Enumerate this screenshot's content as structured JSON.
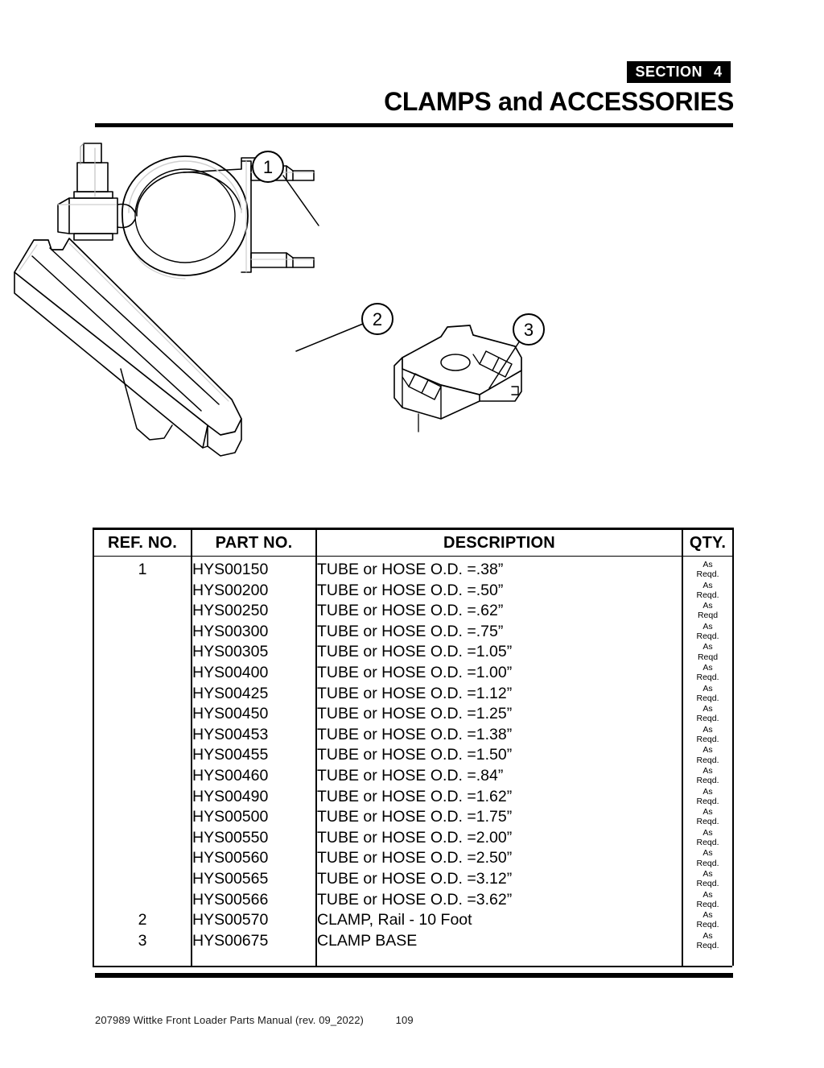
{
  "header": {
    "section_word": "SECTION",
    "section_number": "4",
    "title": "CLAMPS and ACCESSORIES"
  },
  "figure": {
    "callouts": [
      {
        "id": "1",
        "label": "1"
      },
      {
        "id": "2",
        "label": "2"
      },
      {
        "id": "3",
        "label": "3"
      }
    ]
  },
  "table": {
    "columns": [
      "REF. NO.",
      "PART NO.",
      "DESCRIPTION",
      "QTY."
    ],
    "qty_line1": "As",
    "rows": [
      {
        "ref": "1",
        "part": "HYS00150",
        "desc": "TUBE or HOSE O.D. =.38”",
        "qty2": "Reqd."
      },
      {
        "ref": "",
        "part": "HYS00200",
        "desc": "TUBE or HOSE O.D. =.50”",
        "qty2": "Reqd."
      },
      {
        "ref": "",
        "part": "HYS00250",
        "desc": "TUBE or HOSE O.D. =.62”",
        "qty2": "Reqd"
      },
      {
        "ref": "",
        "part": "HYS00300",
        "desc": "TUBE or HOSE O.D. =.75”",
        "qty2": "Reqd."
      },
      {
        "ref": "",
        "part": "HYS00305",
        "desc": "TUBE or HOSE O.D. =1.05”",
        "qty2": "Reqd"
      },
      {
        "ref": "",
        "part": "HYS00400",
        "desc": "TUBE or HOSE O.D. =1.00”",
        "qty2": "Reqd."
      },
      {
        "ref": "",
        "part": "HYS00425",
        "desc": "TUBE or HOSE O.D. =1.12”",
        "qty2": "Reqd."
      },
      {
        "ref": "",
        "part": "HYS00450",
        "desc": "TUBE or HOSE O.D. =1.25”",
        "qty2": "Reqd."
      },
      {
        "ref": "",
        "part": "HYS00453",
        "desc": "TUBE or HOSE O.D. =1.38”",
        "qty2": "Reqd."
      },
      {
        "ref": "",
        "part": "HYS00455",
        "desc": "TUBE or HOSE O.D. =1.50”",
        "qty2": "Reqd."
      },
      {
        "ref": "",
        "part": "HYS00460",
        "desc": "TUBE or HOSE O.D. =.84”",
        "qty2": "Reqd."
      },
      {
        "ref": "",
        "part": "HYS00490",
        "desc": "TUBE or HOSE O.D. =1.62”",
        "qty2": "Reqd."
      },
      {
        "ref": "",
        "part": "HYS00500",
        "desc": "TUBE or HOSE O.D. =1.75”",
        "qty2": "Reqd."
      },
      {
        "ref": "",
        "part": "HYS00550",
        "desc": "TUBE or HOSE O.D. =2.00”",
        "qty2": "Reqd."
      },
      {
        "ref": "",
        "part": "HYS00560",
        "desc": "TUBE or HOSE O.D. =2.50”",
        "qty2": "Reqd."
      },
      {
        "ref": "",
        "part": "HYS00565",
        "desc": "TUBE or HOSE O.D. =3.12”",
        "qty2": "Reqd."
      },
      {
        "ref": "",
        "part": "HYS00566",
        "desc": "TUBE or HOSE O.D. =3.62”",
        "qty2": "Reqd."
      },
      {
        "ref": "2",
        "part": "HYS00570",
        "desc": "CLAMP, Rail - 10 Foot",
        "qty2": "Reqd."
      },
      {
        "ref": "3",
        "part": "HYS00675",
        "desc": "CLAMP BASE",
        "qty2": "Reqd."
      }
    ]
  },
  "footer": {
    "document": "207989 Wittke Front Loader Parts Manual (rev. 09_2022)",
    "page_number": "109"
  }
}
